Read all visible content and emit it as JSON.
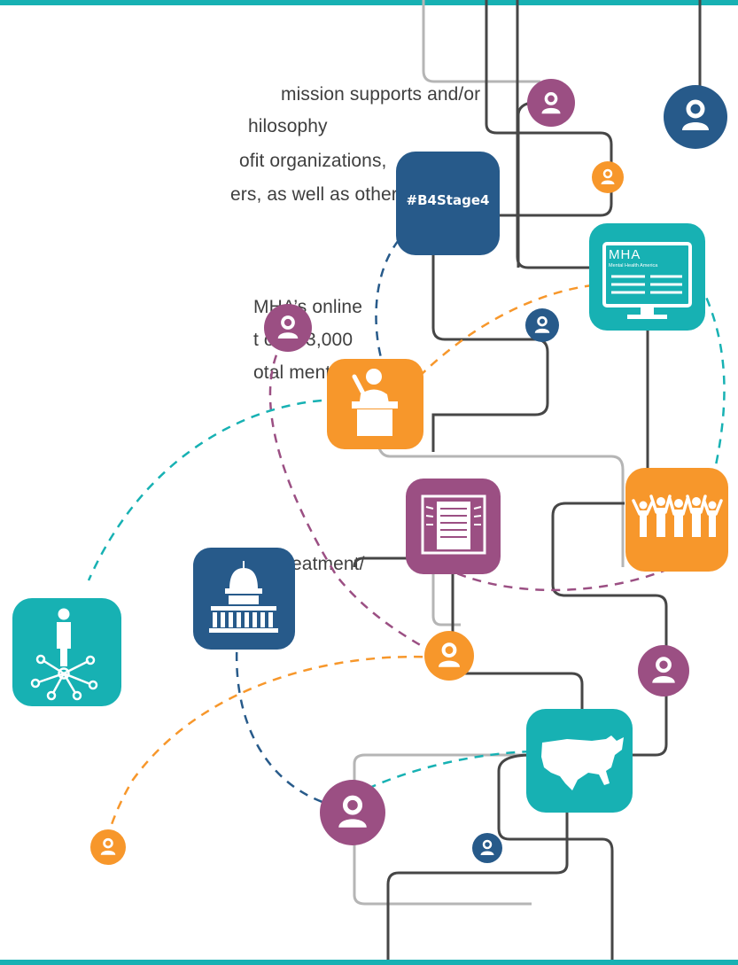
{
  "body_text": {
    "line1": "mission supports and/or",
    "line2": "hilosophy",
    "line3": "ofit organizations,",
    "line4": "ers, as well as other",
    "line5": "MHA’s online",
    "line6": "t over 3,000",
    "line7": "otal mental",
    "line8": "treatment/"
  },
  "icons": {
    "hashtag_label": "#B4Stage4",
    "monitor_logo": "MHA",
    "monitor_logo_sub": "Mental Health America"
  },
  "colors": {
    "teal": "#17b1b3",
    "navy": "#275a8a",
    "purple": "#9b4f83",
    "orange": "#f7972b",
    "dark_line": "#464646",
    "gray_line": "#b5b5b5",
    "rule": "#17b1b3"
  }
}
